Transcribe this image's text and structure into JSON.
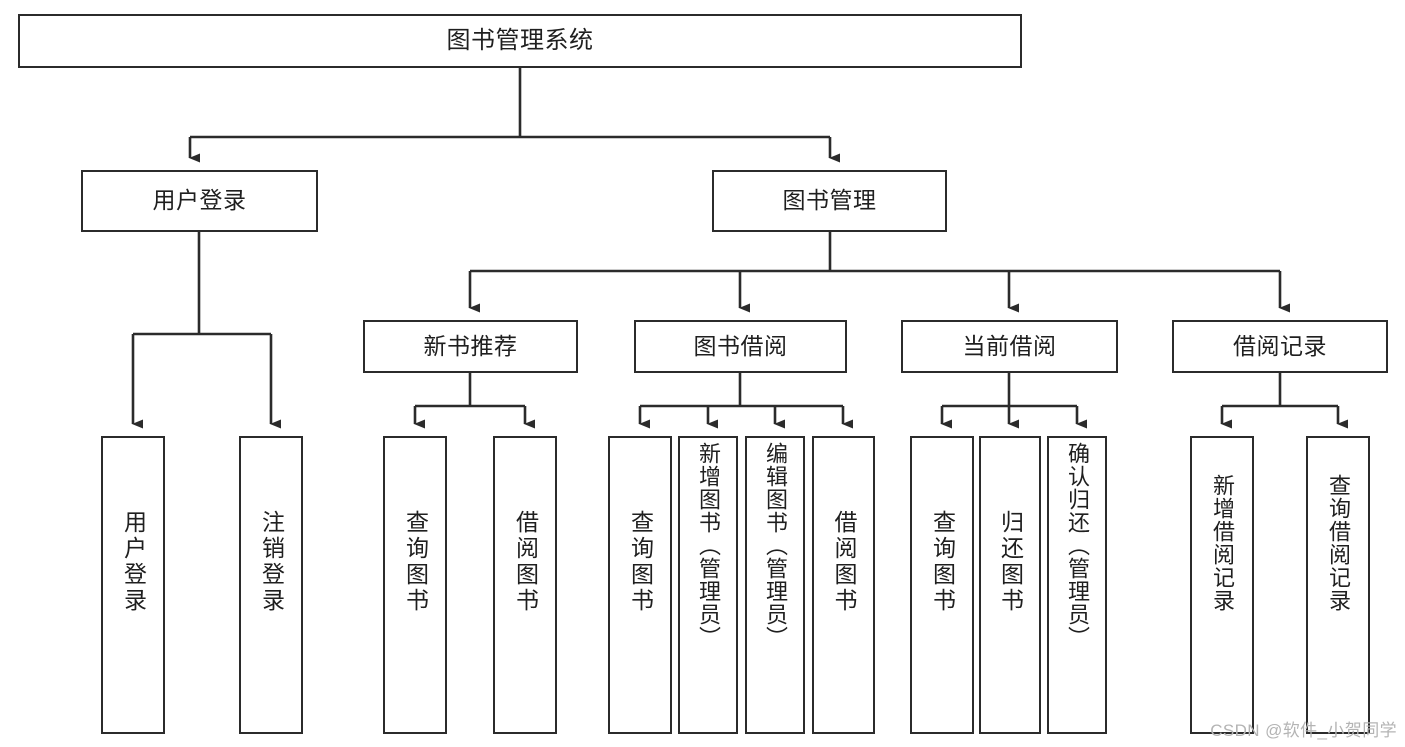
{
  "diagram": {
    "title": "图书管理系统",
    "type": "tree",
    "orientation": "top-down",
    "line_color": "#2b2b2b",
    "box_fill": "#ffffff",
    "text_color": "#1f1f1f",
    "watermark": "CSDN @软件_小贺同学"
  },
  "nodes": {
    "root": {
      "label": "图书管理系统"
    },
    "level2": [
      {
        "id": "user-login",
        "label": "用户登录"
      },
      {
        "id": "book-manage",
        "label": "图书管理"
      }
    ],
    "level3": [
      {
        "id": "new-book-rec",
        "label": "新书推荐"
      },
      {
        "id": "book-borrow",
        "label": "图书借阅"
      },
      {
        "id": "current-borrow",
        "label": "当前借阅"
      },
      {
        "id": "borrow-record",
        "label": "借阅记录"
      }
    ],
    "leaves": {
      "user_login": [
        {
          "id": "leaf-user-login",
          "label": "用户登录"
        },
        {
          "id": "leaf-logout",
          "label": "注销登录"
        }
      ],
      "new_book_rec": [
        {
          "id": "leaf-query-book-1",
          "label": "查询图书"
        },
        {
          "id": "leaf-borrow-book-1",
          "label": "借阅图书"
        }
      ],
      "book_borrow": [
        {
          "id": "leaf-query-book-2",
          "label": "查询图书"
        },
        {
          "id": "leaf-add-book",
          "label": "新增图书（管理员）"
        },
        {
          "id": "leaf-edit-book",
          "label": "编辑图书（管理员）"
        },
        {
          "id": "leaf-borrow-book-2",
          "label": "借阅图书"
        }
      ],
      "current_borrow": [
        {
          "id": "leaf-query-book-3",
          "label": "查询图书"
        },
        {
          "id": "leaf-return-book",
          "label": "归还图书"
        },
        {
          "id": "leaf-confirm-return",
          "label": "确认归还（管理员）"
        }
      ],
      "borrow_record": [
        {
          "id": "leaf-add-record",
          "label": "新增借阅记录"
        },
        {
          "id": "leaf-query-record",
          "label": "查询借阅记录"
        }
      ]
    }
  }
}
